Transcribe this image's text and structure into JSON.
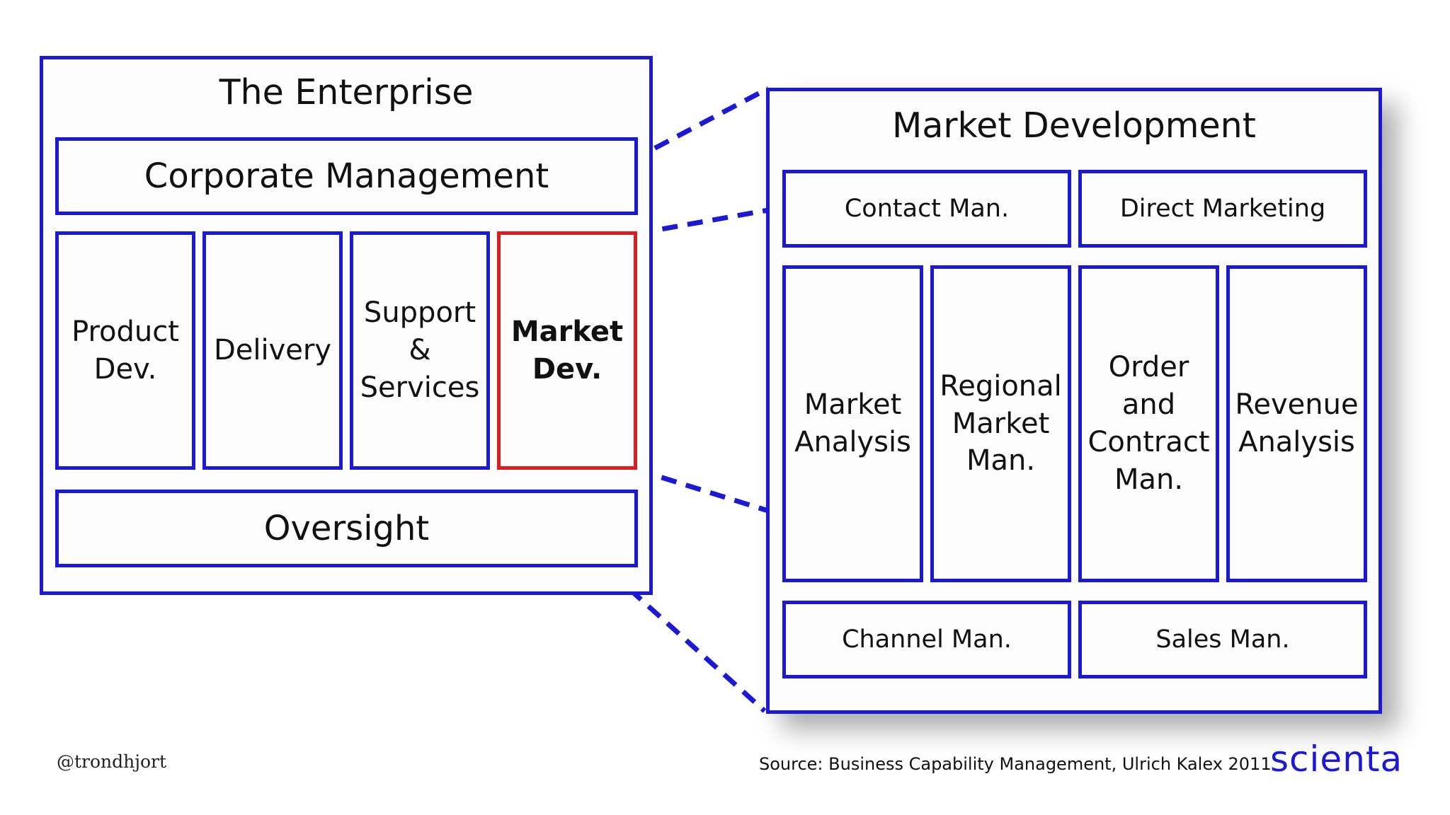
{
  "enterprise": {
    "title": "The Enterprise",
    "corporate": "Corporate Management",
    "capabilities": [
      {
        "label": "Product\nDev."
      },
      {
        "label": "Delivery"
      },
      {
        "label": "Support\n&\nServices"
      },
      {
        "label": "Market\nDev."
      }
    ],
    "oversight": "Oversight"
  },
  "market_development": {
    "title": "Market Development",
    "contact": "Contact Man.",
    "direct_marketing": "Direct Marketing",
    "columns": [
      {
        "label": "Market\nAnalysis"
      },
      {
        "label": "Regional\nMarket\nMan."
      },
      {
        "label": "Order\nand\nContract\nMan."
      },
      {
        "label": "Revenue\nAnalysis"
      }
    ],
    "channel": "Channel Man.",
    "sales": "Sales Man."
  },
  "footer": {
    "handle": "@trondhjort",
    "source": "Source: Business Capability Management, Ulrich Kalex 2011",
    "logo": "scienta"
  },
  "colors": {
    "border": "#1c19d6",
    "highlight": "#d81e1e"
  }
}
